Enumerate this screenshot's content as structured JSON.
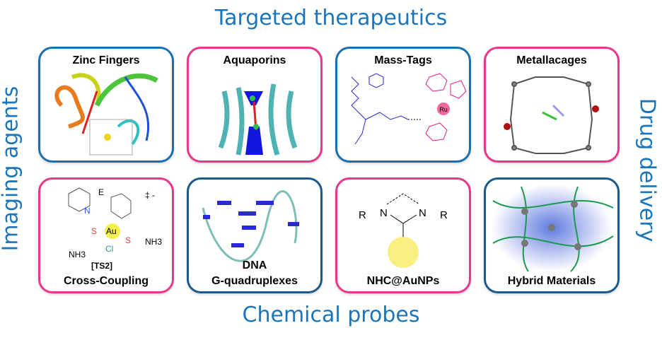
{
  "headings": {
    "top": "Targeted therapeutics",
    "bottom": "Chemical probes",
    "left": "Imaging agents",
    "right": "Drug delivery"
  },
  "colors": {
    "heading": "#1b75bb",
    "blue_border": "#1b6fae",
    "pink_border": "#e8388b",
    "dark_blue_border": "#1d5a8a"
  },
  "panels": [
    {
      "label": "Zinc Fingers"
    },
    {
      "label": "Aquaporins"
    },
    {
      "label": "Mass-Tags",
      "metal": "Ru"
    },
    {
      "label": "Metallacages"
    },
    {
      "label": "Cross-Coupling",
      "sub": "[TS2]",
      "atoms": {
        "e": "E",
        "n": "N",
        "s": "S",
        "au": "Au",
        "cl": "Cl",
        "nh3": "NH3",
        "charge": "‡ -"
      }
    },
    {
      "label_line1": "DNA",
      "label_line2": "G-quadruplexes"
    },
    {
      "label": "NHC@AuNPs",
      "atoms": {
        "r": "R",
        "n": "N"
      }
    },
    {
      "label": "Hybrid Materials"
    }
  ]
}
